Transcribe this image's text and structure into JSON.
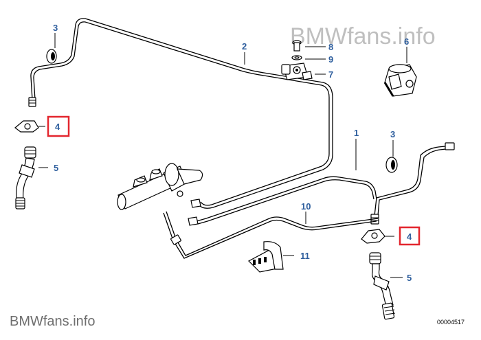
{
  "watermark_top": "BMWfans.info",
  "watermark_bottom": "BMWfans.info",
  "doc_number": "00004517",
  "callouts": {
    "c1": "1",
    "c2": "2",
    "c3a": "3",
    "c3b": "3",
    "c4a": "4",
    "c4b": "4",
    "c5a": "5",
    "c5b": "5",
    "c6": "6",
    "c7": "7",
    "c8": "8",
    "c9": "9",
    "c10": "10",
    "c11": "11"
  },
  "highlight_color": "#e3262e",
  "callout_color": "#2f5f9e"
}
